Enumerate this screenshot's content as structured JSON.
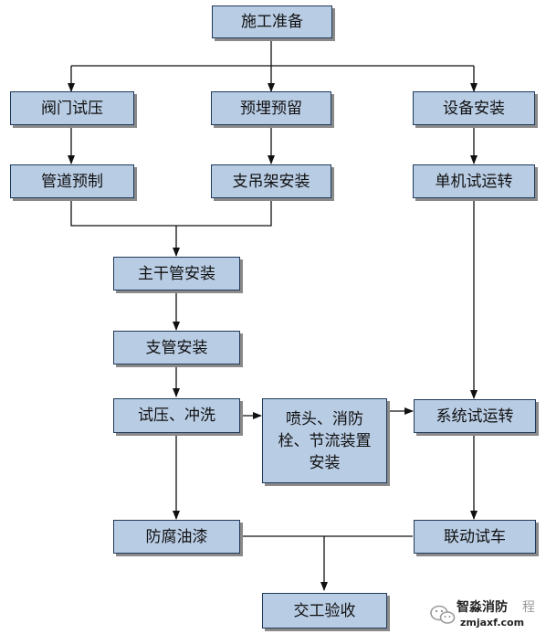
{
  "diagram": {
    "nodes": {
      "prep": "施工准备",
      "valve": "阀门试压",
      "embed": "预埋预留",
      "equip": "设备安装",
      "pipe_pre": "管道预制",
      "hanger": "支吊架安装",
      "single_run": "单机试运转",
      "main_pipe": "主干管安装",
      "branch": "支管安装",
      "pressure": "试压、冲洗",
      "sprinkler": [
        "喷头、消防",
        "栓、节流装置",
        "安装"
      ],
      "system_run": "系统试运转",
      "paint": "防腐油漆",
      "linkage": "联动试车",
      "handover": "交工验收"
    },
    "colors": {
      "node_fill": "#b8cce4",
      "node_border": "#1f3a5a",
      "node_shadow": "#8a8a8a",
      "line": "#111111"
    }
  },
  "watermark": {
    "name": "智淼消防",
    "suffix": "程",
    "url": "zmjaxf.com",
    "icon": "wechat-logo-icon"
  }
}
